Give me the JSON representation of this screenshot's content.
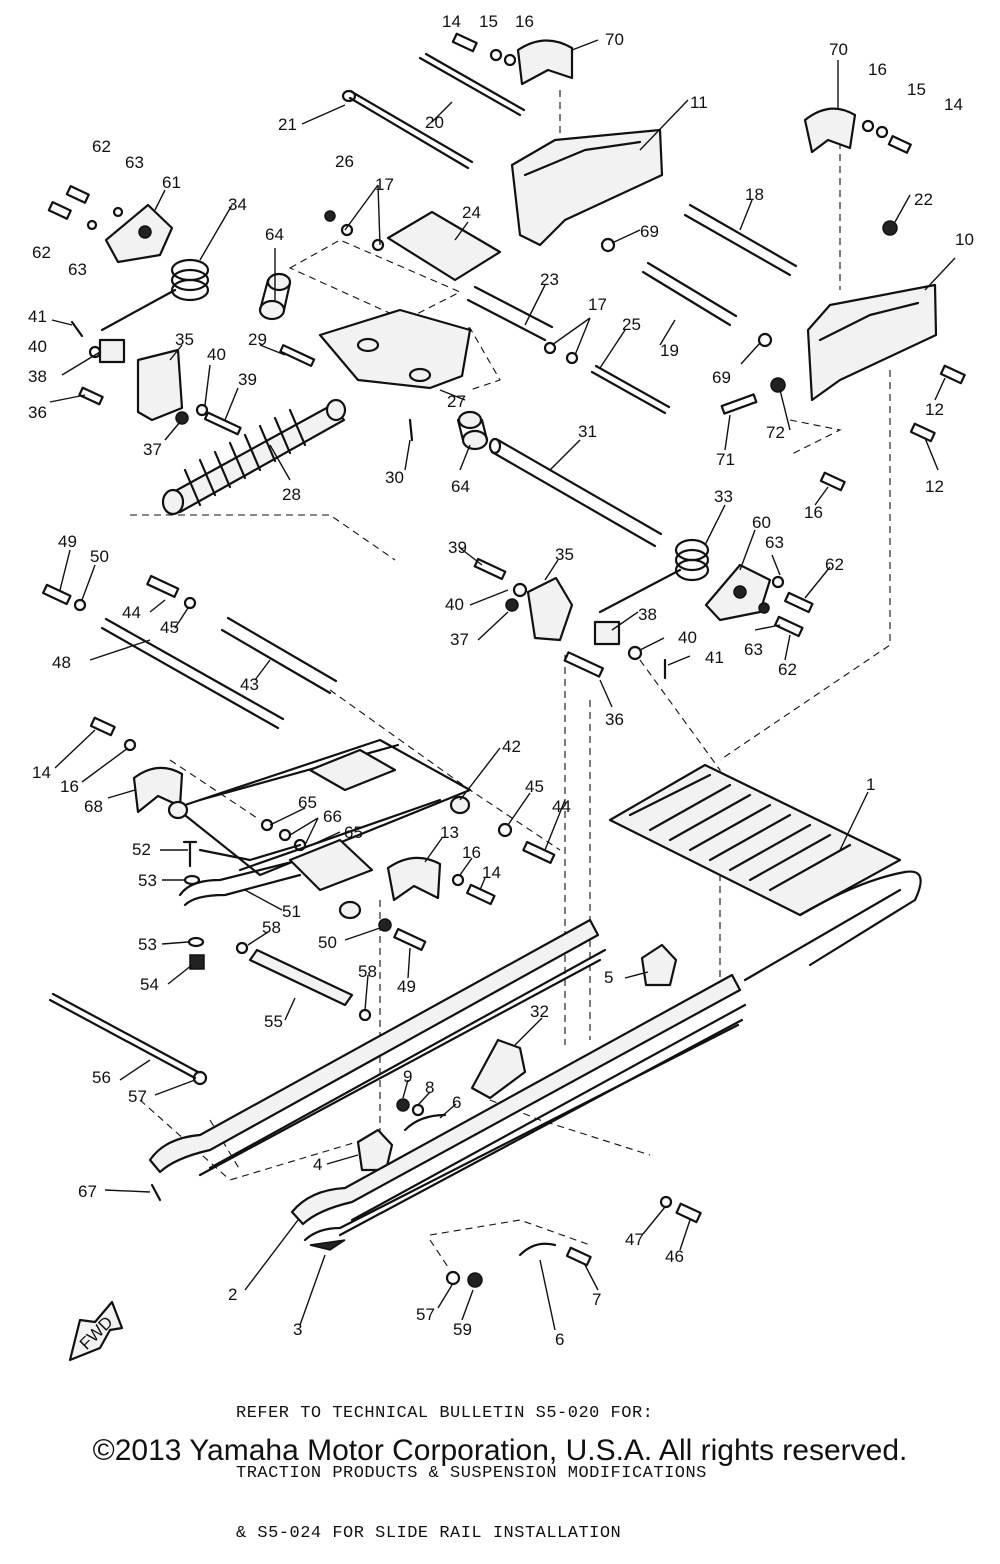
{
  "diagram": {
    "callouts": [
      {
        "id": "c1",
        "text": "14"
      },
      {
        "id": "c2",
        "text": "15"
      },
      {
        "id": "c3",
        "text": "16"
      },
      {
        "id": "c4",
        "text": "70"
      },
      {
        "id": "c5",
        "text": "70"
      },
      {
        "id": "c6",
        "text": "16"
      },
      {
        "id": "c7",
        "text": "15"
      },
      {
        "id": "c8",
        "text": "14"
      },
      {
        "id": "c9",
        "text": "21"
      },
      {
        "id": "c10",
        "text": "20"
      },
      {
        "id": "c11",
        "text": "11"
      },
      {
        "id": "c12",
        "text": "62"
      },
      {
        "id": "c13",
        "text": "63"
      },
      {
        "id": "c14",
        "text": "61"
      },
      {
        "id": "c15",
        "text": "62"
      },
      {
        "id": "c16",
        "text": "63"
      },
      {
        "id": "c17",
        "text": "34"
      },
      {
        "id": "c18",
        "text": "26"
      },
      {
        "id": "c19",
        "text": "17"
      },
      {
        "id": "c20",
        "text": "24"
      },
      {
        "id": "c21",
        "text": "18"
      },
      {
        "id": "c22",
        "text": "22"
      },
      {
        "id": "c23",
        "text": "69"
      },
      {
        "id": "c24",
        "text": "10"
      },
      {
        "id": "c25",
        "text": "64"
      },
      {
        "id": "c26",
        "text": "23"
      },
      {
        "id": "c27",
        "text": "17"
      },
      {
        "id": "c28",
        "text": "25"
      },
      {
        "id": "c29",
        "text": "19"
      },
      {
        "id": "c30",
        "text": "41"
      },
      {
        "id": "c31",
        "text": "40"
      },
      {
        "id": "c32",
        "text": "38"
      },
      {
        "id": "c33",
        "text": "35"
      },
      {
        "id": "c34",
        "text": "29"
      },
      {
        "id": "c35",
        "text": "40"
      },
      {
        "id": "c36",
        "text": "39"
      },
      {
        "id": "c37",
        "text": "69"
      },
      {
        "id": "c38",
        "text": "12"
      },
      {
        "id": "c39",
        "text": "36"
      },
      {
        "id": "c40",
        "text": "37"
      },
      {
        "id": "c41",
        "text": "27"
      },
      {
        "id": "c42",
        "text": "72"
      },
      {
        "id": "c43",
        "text": "30"
      },
      {
        "id": "c44",
        "text": "64"
      },
      {
        "id": "c45",
        "text": "71"
      },
      {
        "id": "c46",
        "text": "12"
      },
      {
        "id": "c47",
        "text": "31"
      },
      {
        "id": "c48",
        "text": "28"
      },
      {
        "id": "c49",
        "text": "16"
      },
      {
        "id": "c50",
        "text": "33"
      },
      {
        "id": "c51",
        "text": "49"
      },
      {
        "id": "c52",
        "text": "50"
      },
      {
        "id": "c53",
        "text": "39"
      },
      {
        "id": "c54",
        "text": "35"
      },
      {
        "id": "c55",
        "text": "60"
      },
      {
        "id": "c56",
        "text": "63"
      },
      {
        "id": "c57",
        "text": "62"
      },
      {
        "id": "c58",
        "text": "44"
      },
      {
        "id": "c59",
        "text": "45"
      },
      {
        "id": "c60",
        "text": "40"
      },
      {
        "id": "c61",
        "text": "37"
      },
      {
        "id": "c62",
        "text": "38"
      },
      {
        "id": "c63",
        "text": "48"
      },
      {
        "id": "c64",
        "text": "43"
      },
      {
        "id": "c65",
        "text": "40"
      },
      {
        "id": "c66",
        "text": "41"
      },
      {
        "id": "c67",
        "text": "63"
      },
      {
        "id": "c68",
        "text": "62"
      },
      {
        "id": "c69",
        "text": "36"
      },
      {
        "id": "c70",
        "text": "14"
      },
      {
        "id": "c71",
        "text": "16"
      },
      {
        "id": "c72",
        "text": "68"
      },
      {
        "id": "c73",
        "text": "42"
      },
      {
        "id": "c74",
        "text": "65"
      },
      {
        "id": "c75",
        "text": "66"
      },
      {
        "id": "c76",
        "text": "65"
      },
      {
        "id": "c77",
        "text": "45"
      },
      {
        "id": "c78",
        "text": "44"
      },
      {
        "id": "c79",
        "text": "1"
      },
      {
        "id": "c80",
        "text": "52"
      },
      {
        "id": "c81",
        "text": "13"
      },
      {
        "id": "c82",
        "text": "16"
      },
      {
        "id": "c83",
        "text": "14"
      },
      {
        "id": "c84",
        "text": "53"
      },
      {
        "id": "c85",
        "text": "51"
      },
      {
        "id": "c86",
        "text": "53"
      },
      {
        "id": "c87",
        "text": "58"
      },
      {
        "id": "c88",
        "text": "50"
      },
      {
        "id": "c89",
        "text": "49"
      },
      {
        "id": "c90",
        "text": "54"
      },
      {
        "id": "c91",
        "text": "5"
      },
      {
        "id": "c92",
        "text": "58"
      },
      {
        "id": "c93",
        "text": "55"
      },
      {
        "id": "c94",
        "text": "32"
      },
      {
        "id": "c95",
        "text": "56"
      },
      {
        "id": "c96",
        "text": "57"
      },
      {
        "id": "c97",
        "text": "9"
      },
      {
        "id": "c98",
        "text": "8"
      },
      {
        "id": "c99",
        "text": "6"
      },
      {
        "id": "c100",
        "text": "4"
      },
      {
        "id": "c101",
        "text": "67"
      },
      {
        "id": "c102",
        "text": "47"
      },
      {
        "id": "c103",
        "text": "46"
      },
      {
        "id": "c104",
        "text": "2"
      },
      {
        "id": "c105",
        "text": "6"
      },
      {
        "id": "c106",
        "text": "7"
      },
      {
        "id": "c107",
        "text": "57"
      },
      {
        "id": "c108",
        "text": "59"
      },
      {
        "id": "c109",
        "text": "3"
      }
    ],
    "front_marker": "FWD",
    "note_lines": [
      "REFER TO TECHNICAL BULLETIN S5-020 FOR:",
      "TRACTION PRODUCTS & SUSPENSION MODIFICATIONS",
      "& S5-024 FOR SLIDE RAIL INSTALLATION"
    ],
    "copyright": "©2013 Yamaha Motor Corporation, U.S.A. All rights reserved."
  }
}
